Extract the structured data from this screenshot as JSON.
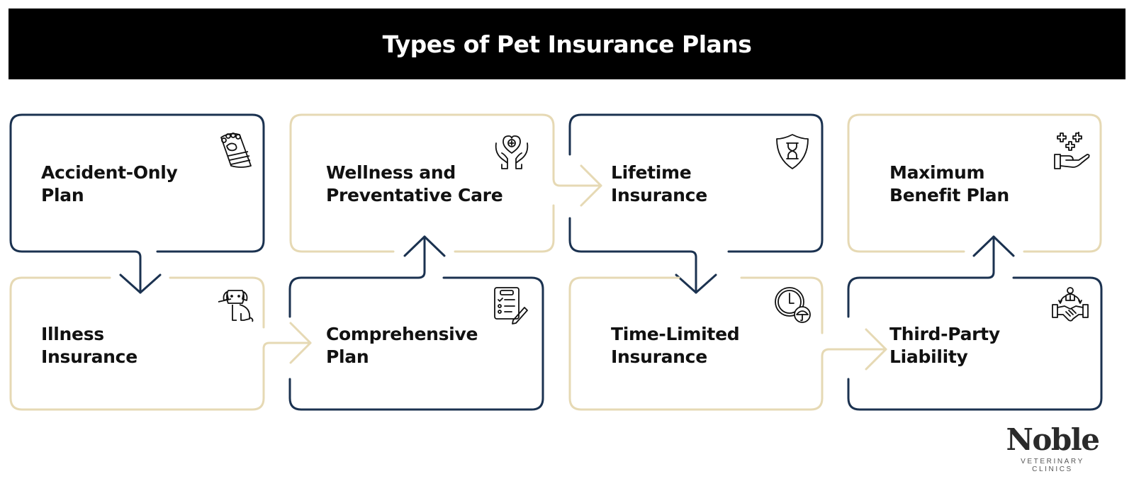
{
  "title": "Types of Pet Insurance Plans",
  "colors": {
    "navy": "#1b3250",
    "tan": "#e6d9b4",
    "title_bg": "#000000",
    "title_text": "#ffffff",
    "text": "#111111"
  },
  "steps": [
    {
      "order": 1,
      "line1": "Accident-Only",
      "line2": "Plan",
      "icon": "bandaged-paw-icon",
      "border": "navy"
    },
    {
      "order": 2,
      "line1": "Illness",
      "line2": "Insurance",
      "icon": "sick-dog-thermometer-icon",
      "border": "tan"
    },
    {
      "order": 3,
      "line1": "Comprehensive",
      "line2": "Plan",
      "icon": "checklist-clipboard-pencil-icon",
      "border": "navy"
    },
    {
      "order": 4,
      "line1": "Wellness and",
      "line2": "Preventative Care",
      "icon": "hands-holding-heart-icon",
      "border": "tan"
    },
    {
      "order": 5,
      "line1": "Lifetime",
      "line2": "Insurance",
      "icon": "shield-hourglass-icon",
      "border": "navy"
    },
    {
      "order": 6,
      "line1": "Time-Limited",
      "line2": "Insurance",
      "icon": "clock-umbrella-icon",
      "border": "tan"
    },
    {
      "order": 7,
      "line1": "Third-Party",
      "line2": "Liability",
      "icon": "handshake-person-icon",
      "border": "navy"
    },
    {
      "order": 8,
      "line1": "Maximum",
      "line2": "Benefit Plan",
      "icon": "hand-sparkles-icon",
      "border": "tan"
    }
  ],
  "logo": {
    "name": "Noble",
    "tagline": "VETERINARY CLINICS"
  }
}
